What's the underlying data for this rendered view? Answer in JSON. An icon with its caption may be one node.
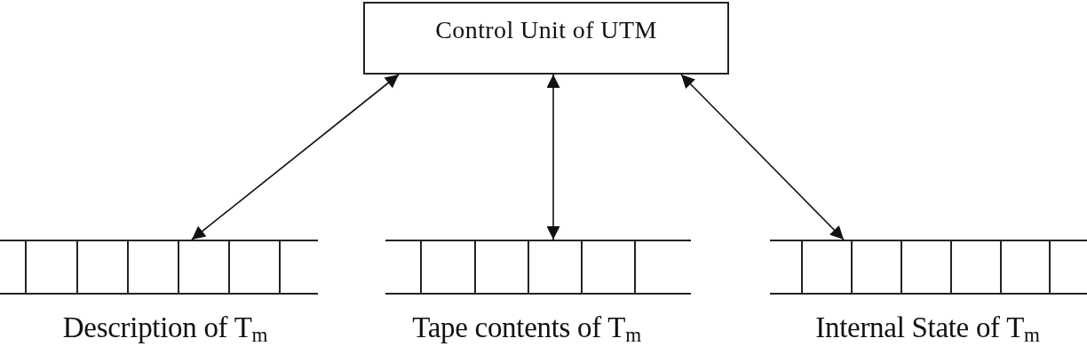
{
  "diagram": {
    "nodes": [
      {
        "text": [
          "Control Unit of UTM"
        ]
      },
      {
        "text": [
          "Description of T$_{m}$"
        ]
      },
      {
        "text": [
          "Tape contents of T$_{m}$"
        ]
      },
      {
        "text": [
          "Internal State of T$_{m}$"
        ]
      }
    ],
    "edges": [
      {
        "from": 0,
        "to": 1,
        "arrow": "both"
      },
      {
        "from": 0,
        "to": 2,
        "arrow": "both"
      },
      {
        "from": 0,
        "to": 3,
        "arrow": "both"
      }
    ]
  }
}
